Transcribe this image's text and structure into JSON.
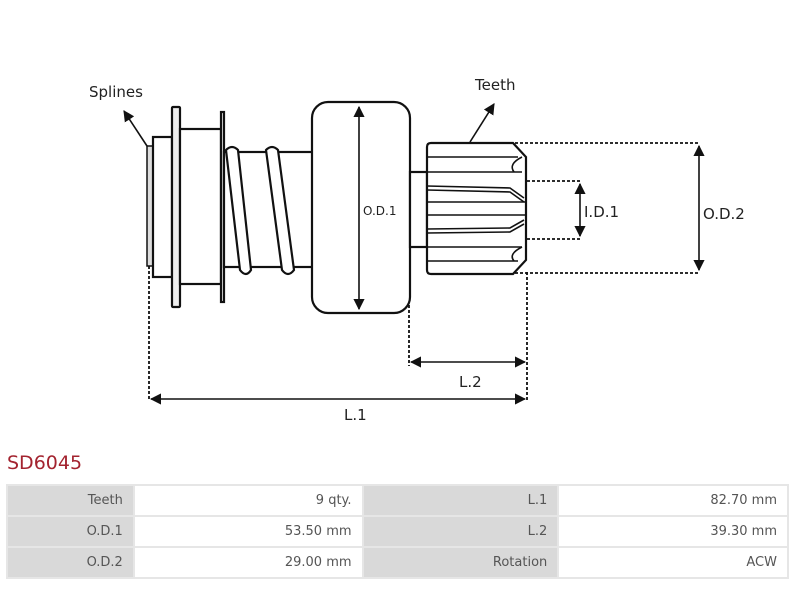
{
  "diagram": {
    "callouts": {
      "splines": "Splines",
      "teeth": "Teeth"
    },
    "dimensions": {
      "od1": "O.D.1",
      "od2": "O.D.2",
      "id1": "I.D.1",
      "l1": "L.1",
      "l2": "L.2"
    }
  },
  "product": {
    "part_number": "SD6045",
    "accent_color": "#a3232f"
  },
  "specs": [
    {
      "label1": "Teeth",
      "value1": "9 qty.",
      "label2": "L.1",
      "value2": "82.70 mm"
    },
    {
      "label1": "O.D.1",
      "value1": "53.50 mm",
      "label2": "L.2",
      "value2": "39.30 mm"
    },
    {
      "label1": "O.D.2",
      "value1": "29.00 mm",
      "label2": "Rotation",
      "value2": "ACW"
    }
  ]
}
